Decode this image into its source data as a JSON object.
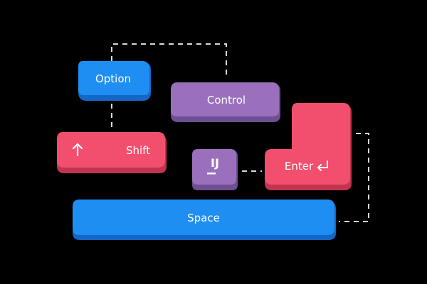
{
  "colors": {
    "background": "#000000",
    "blue_top": "#1f8ef2",
    "blue_side": "#1467c6",
    "purple_top": "#9a70bd",
    "purple_side": "#6e4f92",
    "red_top": "#f24f6e",
    "red_side": "#c3344f",
    "connector": "#d9d9d9",
    "label": "#ffffff"
  },
  "keys": {
    "option": {
      "label": "Option",
      "color": "blue"
    },
    "control": {
      "label": "Control",
      "color": "purple"
    },
    "shift": {
      "label": "Shift",
      "icon": "up-arrow-icon",
      "color": "red"
    },
    "ij": {
      "label": "IJ",
      "icon": "intellij-logo-icon",
      "color": "purple"
    },
    "enter": {
      "label": "Enter",
      "icon": "return-arrow-icon",
      "color": "red"
    },
    "space": {
      "label": "Space",
      "color": "blue"
    }
  }
}
